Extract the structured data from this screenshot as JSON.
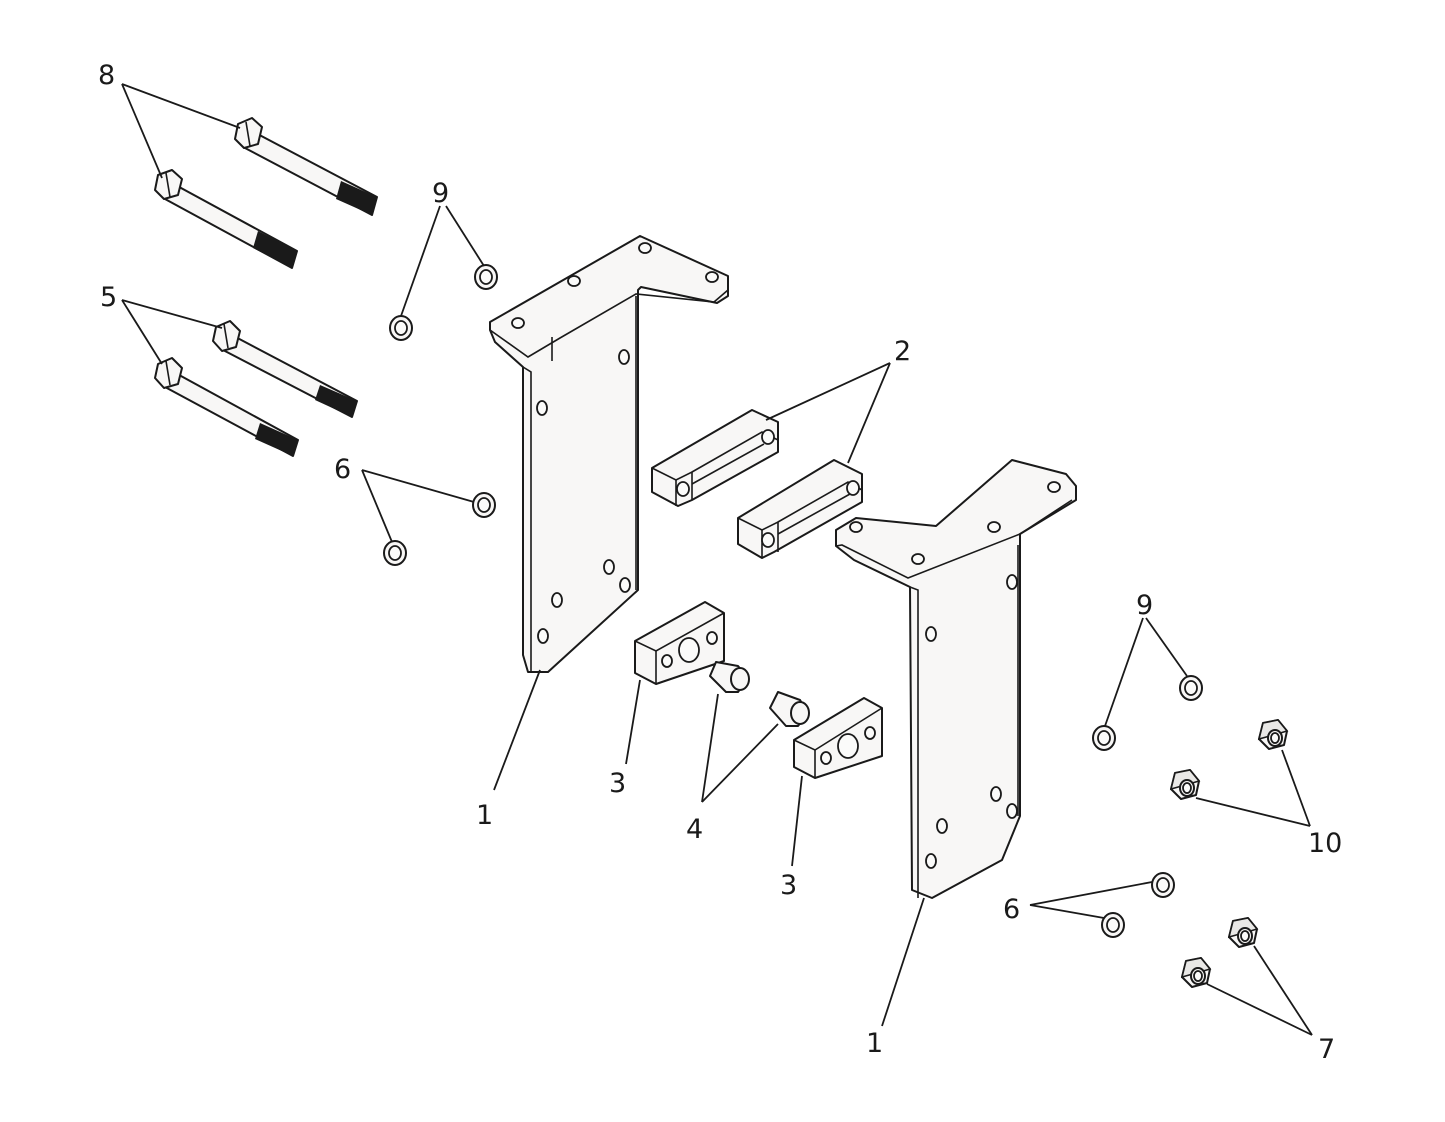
{
  "diagram": {
    "type": "exploded-parts-diagram",
    "callouts": [
      {
        "id": "c8",
        "label": "8"
      },
      {
        "id": "c9a",
        "label": "9"
      },
      {
        "id": "c5",
        "label": "5"
      },
      {
        "id": "c6a",
        "label": "6"
      },
      {
        "id": "c2",
        "label": "2"
      },
      {
        "id": "c1a",
        "label": "1"
      },
      {
        "id": "c3a",
        "label": "3"
      },
      {
        "id": "c4",
        "label": "4"
      },
      {
        "id": "c3b",
        "label": "3"
      },
      {
        "id": "c9b",
        "label": "9"
      },
      {
        "id": "c10",
        "label": "10"
      },
      {
        "id": "c6b",
        "label": "6"
      },
      {
        "id": "c1b",
        "label": "1"
      },
      {
        "id": "c7",
        "label": "7"
      }
    ]
  }
}
